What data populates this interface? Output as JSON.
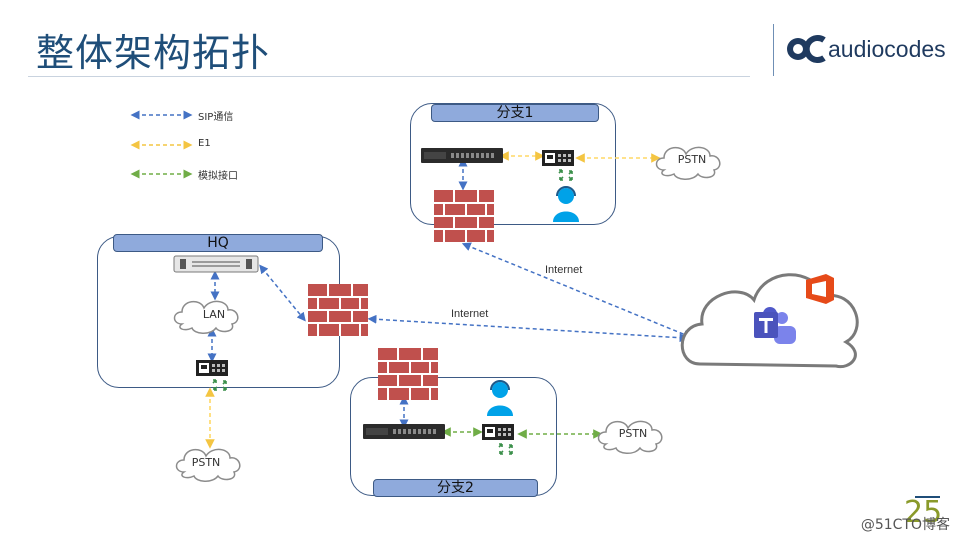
{
  "title": "整体架构拓扑",
  "logo": {
    "text": "audiocodes"
  },
  "legend": [
    {
      "label": "SIP通信",
      "color": "#4472c4"
    },
    {
      "label": "E1",
      "color": "#ffd966"
    },
    {
      "label": "模拟接口",
      "color": "#70ad47"
    }
  ],
  "sites": {
    "hq": "HQ",
    "branch1": "分支1",
    "branch2": "分支2"
  },
  "clouds": {
    "lan": "LAN",
    "pstn_branch1": "PSTN",
    "pstn_branch2": "PSTN",
    "pstn_hq": "PSTN"
  },
  "links": {
    "internet_upper": "Internet",
    "internet_lower": "Internet"
  },
  "badge": {
    "text": "25"
  },
  "watermark": "@51CTO博客"
}
